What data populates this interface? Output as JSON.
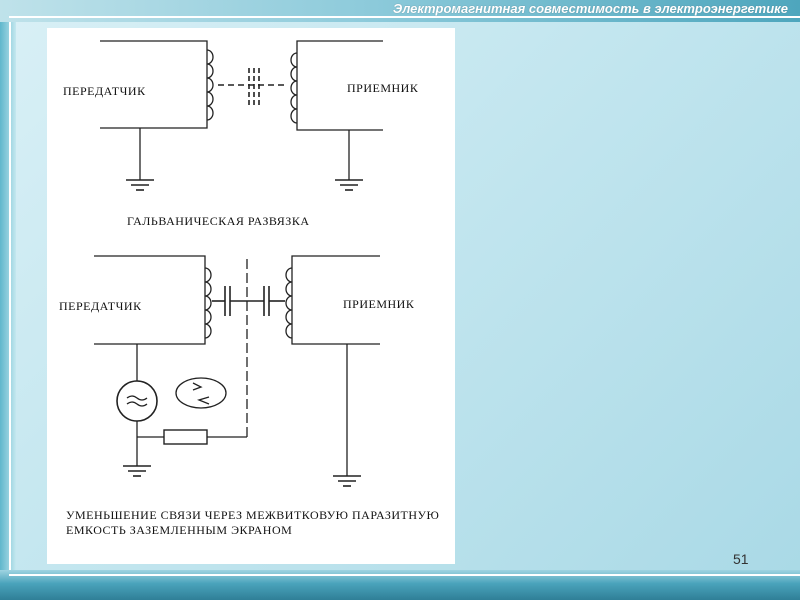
{
  "header": {
    "title": "Электромагнитная совместимость в электроэнергетике"
  },
  "diagram": {
    "top": {
      "transmitter_label": "ПЕРЕДАТЧИК",
      "receiver_label": "ПРИЕМНИК",
      "caption": "ГАЛЬВАНИЧЕСКАЯ РАЗВЯЗКА"
    },
    "bottom": {
      "transmitter_label": "ПЕРЕДАТЧИК",
      "receiver_label": "ПРИЕМНИК",
      "caption_line1": "УМЕНЬШЕНИЕ СВЯЗИ ЧЕРЕЗ МЕЖВИТКОВУЮ ПАРАЗИТНУЮ",
      "caption_line2": "ЕМКОСТЬ ЗАЗЕМЛЕННЫМ ЭКРАНОМ"
    }
  },
  "footer": {
    "page_number": "51"
  }
}
